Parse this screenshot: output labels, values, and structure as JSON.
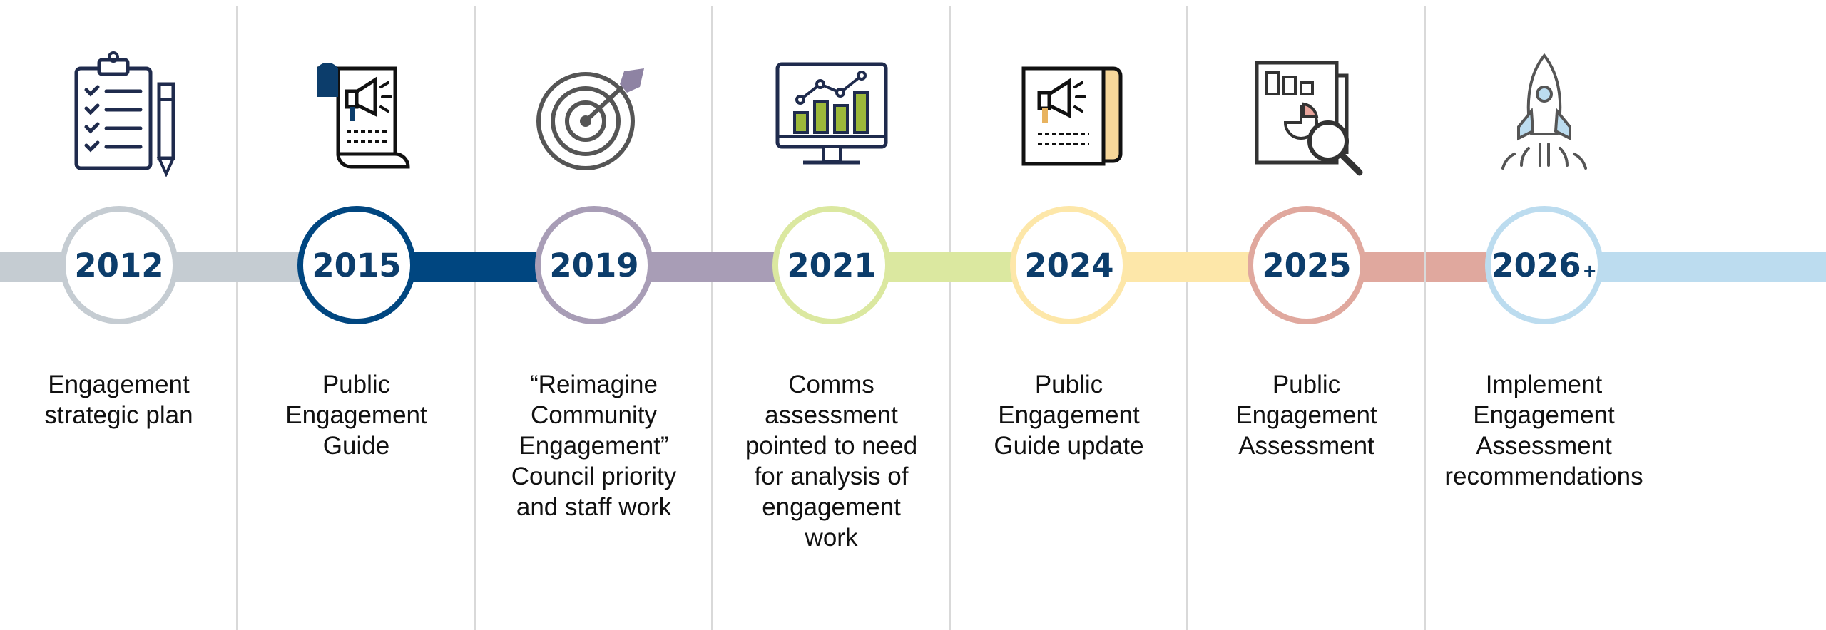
{
  "milestones": [
    {
      "year": "2012",
      "suffix": "",
      "label": "Engagement\nstrategic plan",
      "color": "#c5ccd2",
      "icon": "clipboard-checklist-icon"
    },
    {
      "year": "2015",
      "suffix": "",
      "label": "Public\nEngagement\nGuide",
      "color": "#004680",
      "icon": "megaphone-scroll-icon"
    },
    {
      "year": "2019",
      "suffix": "",
      "label": "“Reimagine\nCommunity\nEngagement”\nCouncil priority\nand staff work",
      "color": "#a89db6",
      "icon": "target-arrow-icon"
    },
    {
      "year": "2021",
      "suffix": "",
      "label": "Comms\nassessment\npointed to need\nfor analysis of\nengagement\nwork",
      "color": "#dbe8a0",
      "icon": "monitor-chart-icon"
    },
    {
      "year": "2024",
      "suffix": "",
      "label": "Public\nEngagement\nGuide update",
      "color": "#fde7a9",
      "icon": "megaphone-document-icon"
    },
    {
      "year": "2025",
      "suffix": "",
      "label": "Public\nEngagement\nAssessment",
      "color": "#e0a89e",
      "icon": "report-magnifier-icon"
    },
    {
      "year": "2026",
      "suffix": "+",
      "label": "Implement\nEngagement\nAssessment\nrecommendations",
      "color": "#bcdcef",
      "icon": "rocket-icon"
    }
  ]
}
